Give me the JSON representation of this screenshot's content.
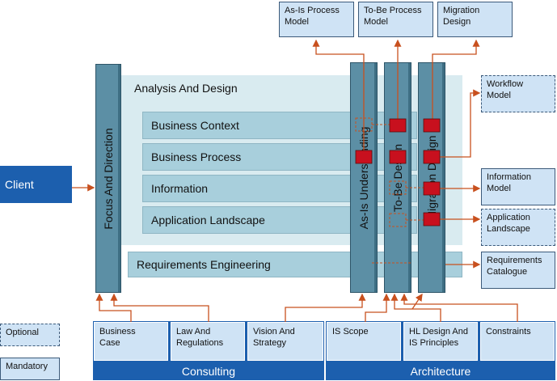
{
  "top_outputs": [
    {
      "label": "As-Is Process\nModel"
    },
    {
      "label": "To-Be Process\nModel"
    },
    {
      "label": "Migration\nDesign"
    }
  ],
  "right_outputs": [
    {
      "label": "Workflow\nModel",
      "style": "optional"
    },
    {
      "label": "Information\nModel",
      "style": "mandatory"
    },
    {
      "label": "Application\nLandscape",
      "style": "optional"
    },
    {
      "label": "Requirements\nCatalogue",
      "style": "mandatory"
    }
  ],
  "client": {
    "label": "Client"
  },
  "focus": {
    "label": "Focus And Direction"
  },
  "analysis": {
    "title": "Analysis And Design",
    "bands": [
      "Business Context",
      "Business Process",
      "Information",
      "Application Landscape"
    ]
  },
  "requirements": {
    "label": "Requirements Engineering"
  },
  "pillars": [
    "As-Is Understanding",
    "To-Be Design",
    "Migration Design"
  ],
  "legend": {
    "optional": "Optional",
    "mandatory": "Mandatory"
  },
  "consulting": {
    "label": "Consulting",
    "items": [
      "Business\nCase",
      "Law And\nRegulations",
      "Vision And\nStrategy"
    ]
  },
  "architecture": {
    "label": "Architecture",
    "items": [
      "IS Scope",
      "HL Design And\nIS Principles",
      "Constraints"
    ]
  },
  "colors": {
    "arrow": "#c8501e",
    "filled": "#c8101e",
    "pillar": "#5c8fa5",
    "footer": "#1c5fae",
    "box": "#cfe3f5"
  }
}
